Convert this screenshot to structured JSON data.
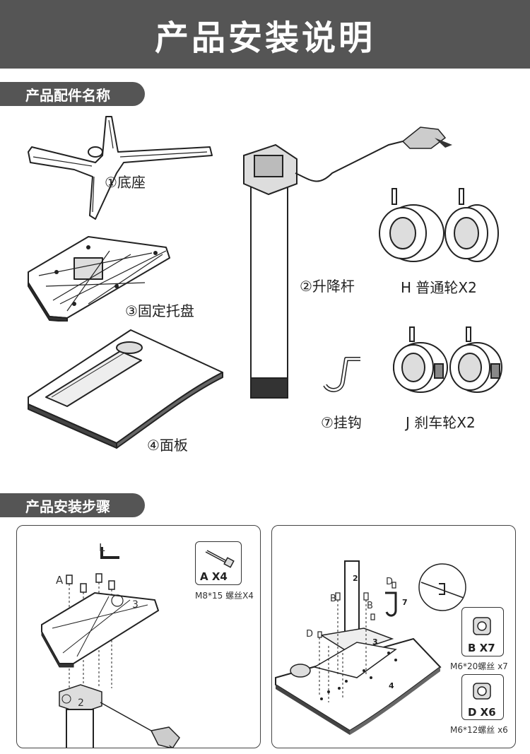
{
  "header": {
    "title": "产品安装说明"
  },
  "sections": {
    "parts": "产品配件名称",
    "steps": "产品安装步骤"
  },
  "parts": {
    "base": "①底座",
    "column": "②升降杆",
    "tray": "③固定托盘",
    "panel": "④面板",
    "hook": "⑦挂钩",
    "wheel_h": "H 普通轮X2",
    "wheel_j": "J 刹车轮X2"
  },
  "step1": {
    "label_L": "L",
    "label_A": "A",
    "label_3": "3",
    "label_2": "2",
    "screw_tag": "A X4",
    "screw_desc": "M8*15 螺丝X4"
  },
  "step2": {
    "label_2": "2",
    "label_B1": "B",
    "label_B2": "B",
    "label_D1": "D",
    "label_D2": "D",
    "label_7": "7",
    "label_3": "3",
    "label_4": "4",
    "screw_b_tag": "B X7",
    "screw_b_desc": "M6*20螺丝 x7",
    "screw_d_tag": "D X6",
    "screw_d_desc": "M6*12螺丝 x6"
  }
}
